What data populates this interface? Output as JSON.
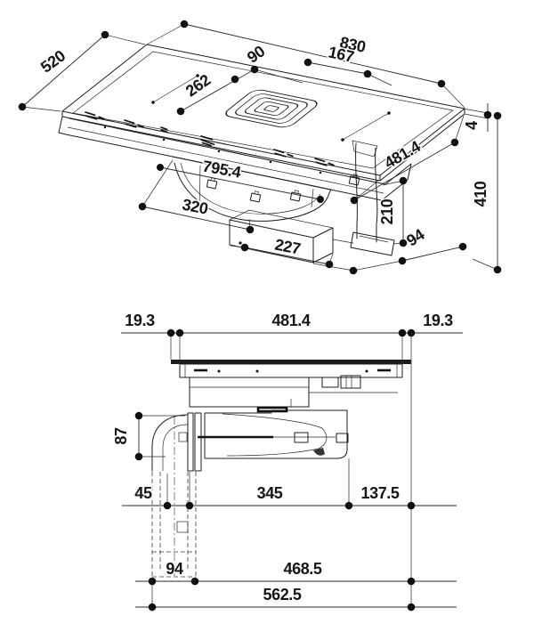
{
  "figure": {
    "kind": "technical installation drawing",
    "subject": "induction hob with integrated downdraft extractor",
    "colors": {
      "background": "#ffffff",
      "line": "#1c1c1c",
      "dot": "#111111"
    }
  },
  "iso_view": {
    "name": "isometric top view",
    "dims": {
      "overall_width": "830",
      "overall_depth": "520",
      "grille_offset": "90",
      "grille_width": "167",
      "zone_pitch": "262",
      "underbox_length": "795.4",
      "underbox_depth": "481.4",
      "glass_thickness": "4",
      "overall_height": "410",
      "body_height": "210",
      "duct_box_height": "94",
      "motor_offset": "320",
      "duct_box_length": "227"
    }
  },
  "side_view": {
    "name": "side elevation",
    "dims": {
      "overhang_left": "19.3",
      "underbox_width": "481.4",
      "overhang_right": "19.3",
      "duct_height": "87",
      "duct_offset": "45",
      "motor_length": "345",
      "right_clearance": "137.5",
      "duct_width": "94",
      "span_to_duct": "468.5",
      "overall_span": "562.5"
    }
  }
}
